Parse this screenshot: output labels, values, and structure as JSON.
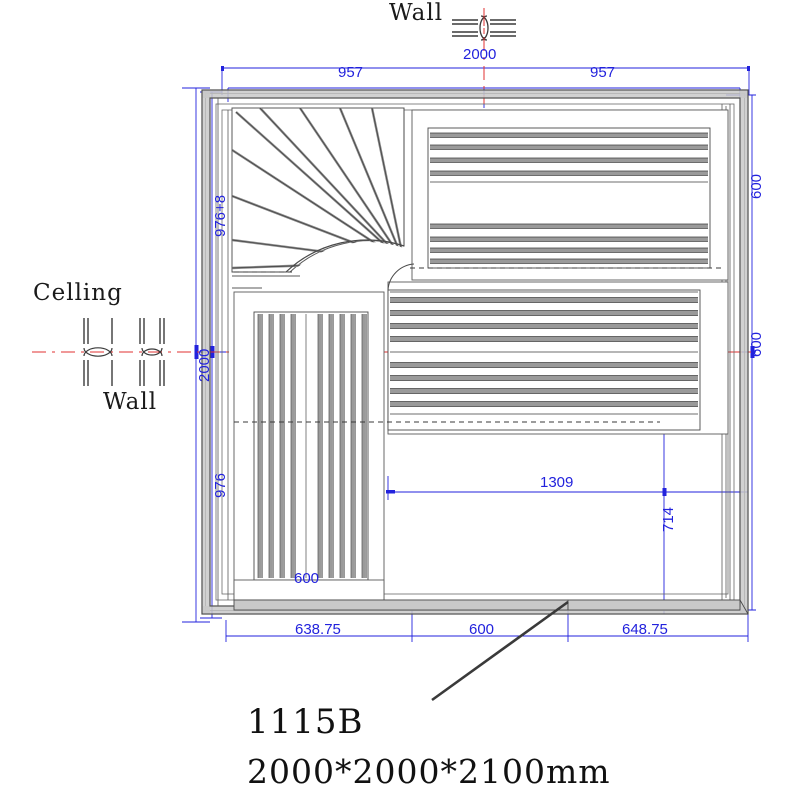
{
  "drawing": {
    "type": "cad-floor-plan",
    "title_code": "1115B",
    "title_size": "2000*2000*2100mm",
    "unit": "mm"
  },
  "labels": {
    "wall_top": "Wall",
    "ceiling_left": "Celling",
    "wall_left": "Wall"
  },
  "dimensions": {
    "top_overall": "2000",
    "top_left_half": "957",
    "top_right_half": "957",
    "left_overall": "2000",
    "left_upper": "976+8",
    "left_lower": "976",
    "right_upper": "600",
    "right_lower": "600",
    "bottom_left": "638.75",
    "bottom_center": "600",
    "bottom_right": "648.75",
    "interior_width": "1309",
    "interior_depth": "714",
    "bench_width": "600"
  },
  "colors": {
    "dimension": "#2222dd",
    "centerline": "#e03030",
    "outline": "#3a3a3a",
    "slat": "#9a9a9a",
    "text": "#111111"
  },
  "icons": {
    "break_symbol_top": "break-symbol-horizontal",
    "break_symbol_ceiling": "break-symbol-vertical",
    "break_symbol_wall": "break-symbol-vertical",
    "door_leader": "leader-line"
  }
}
